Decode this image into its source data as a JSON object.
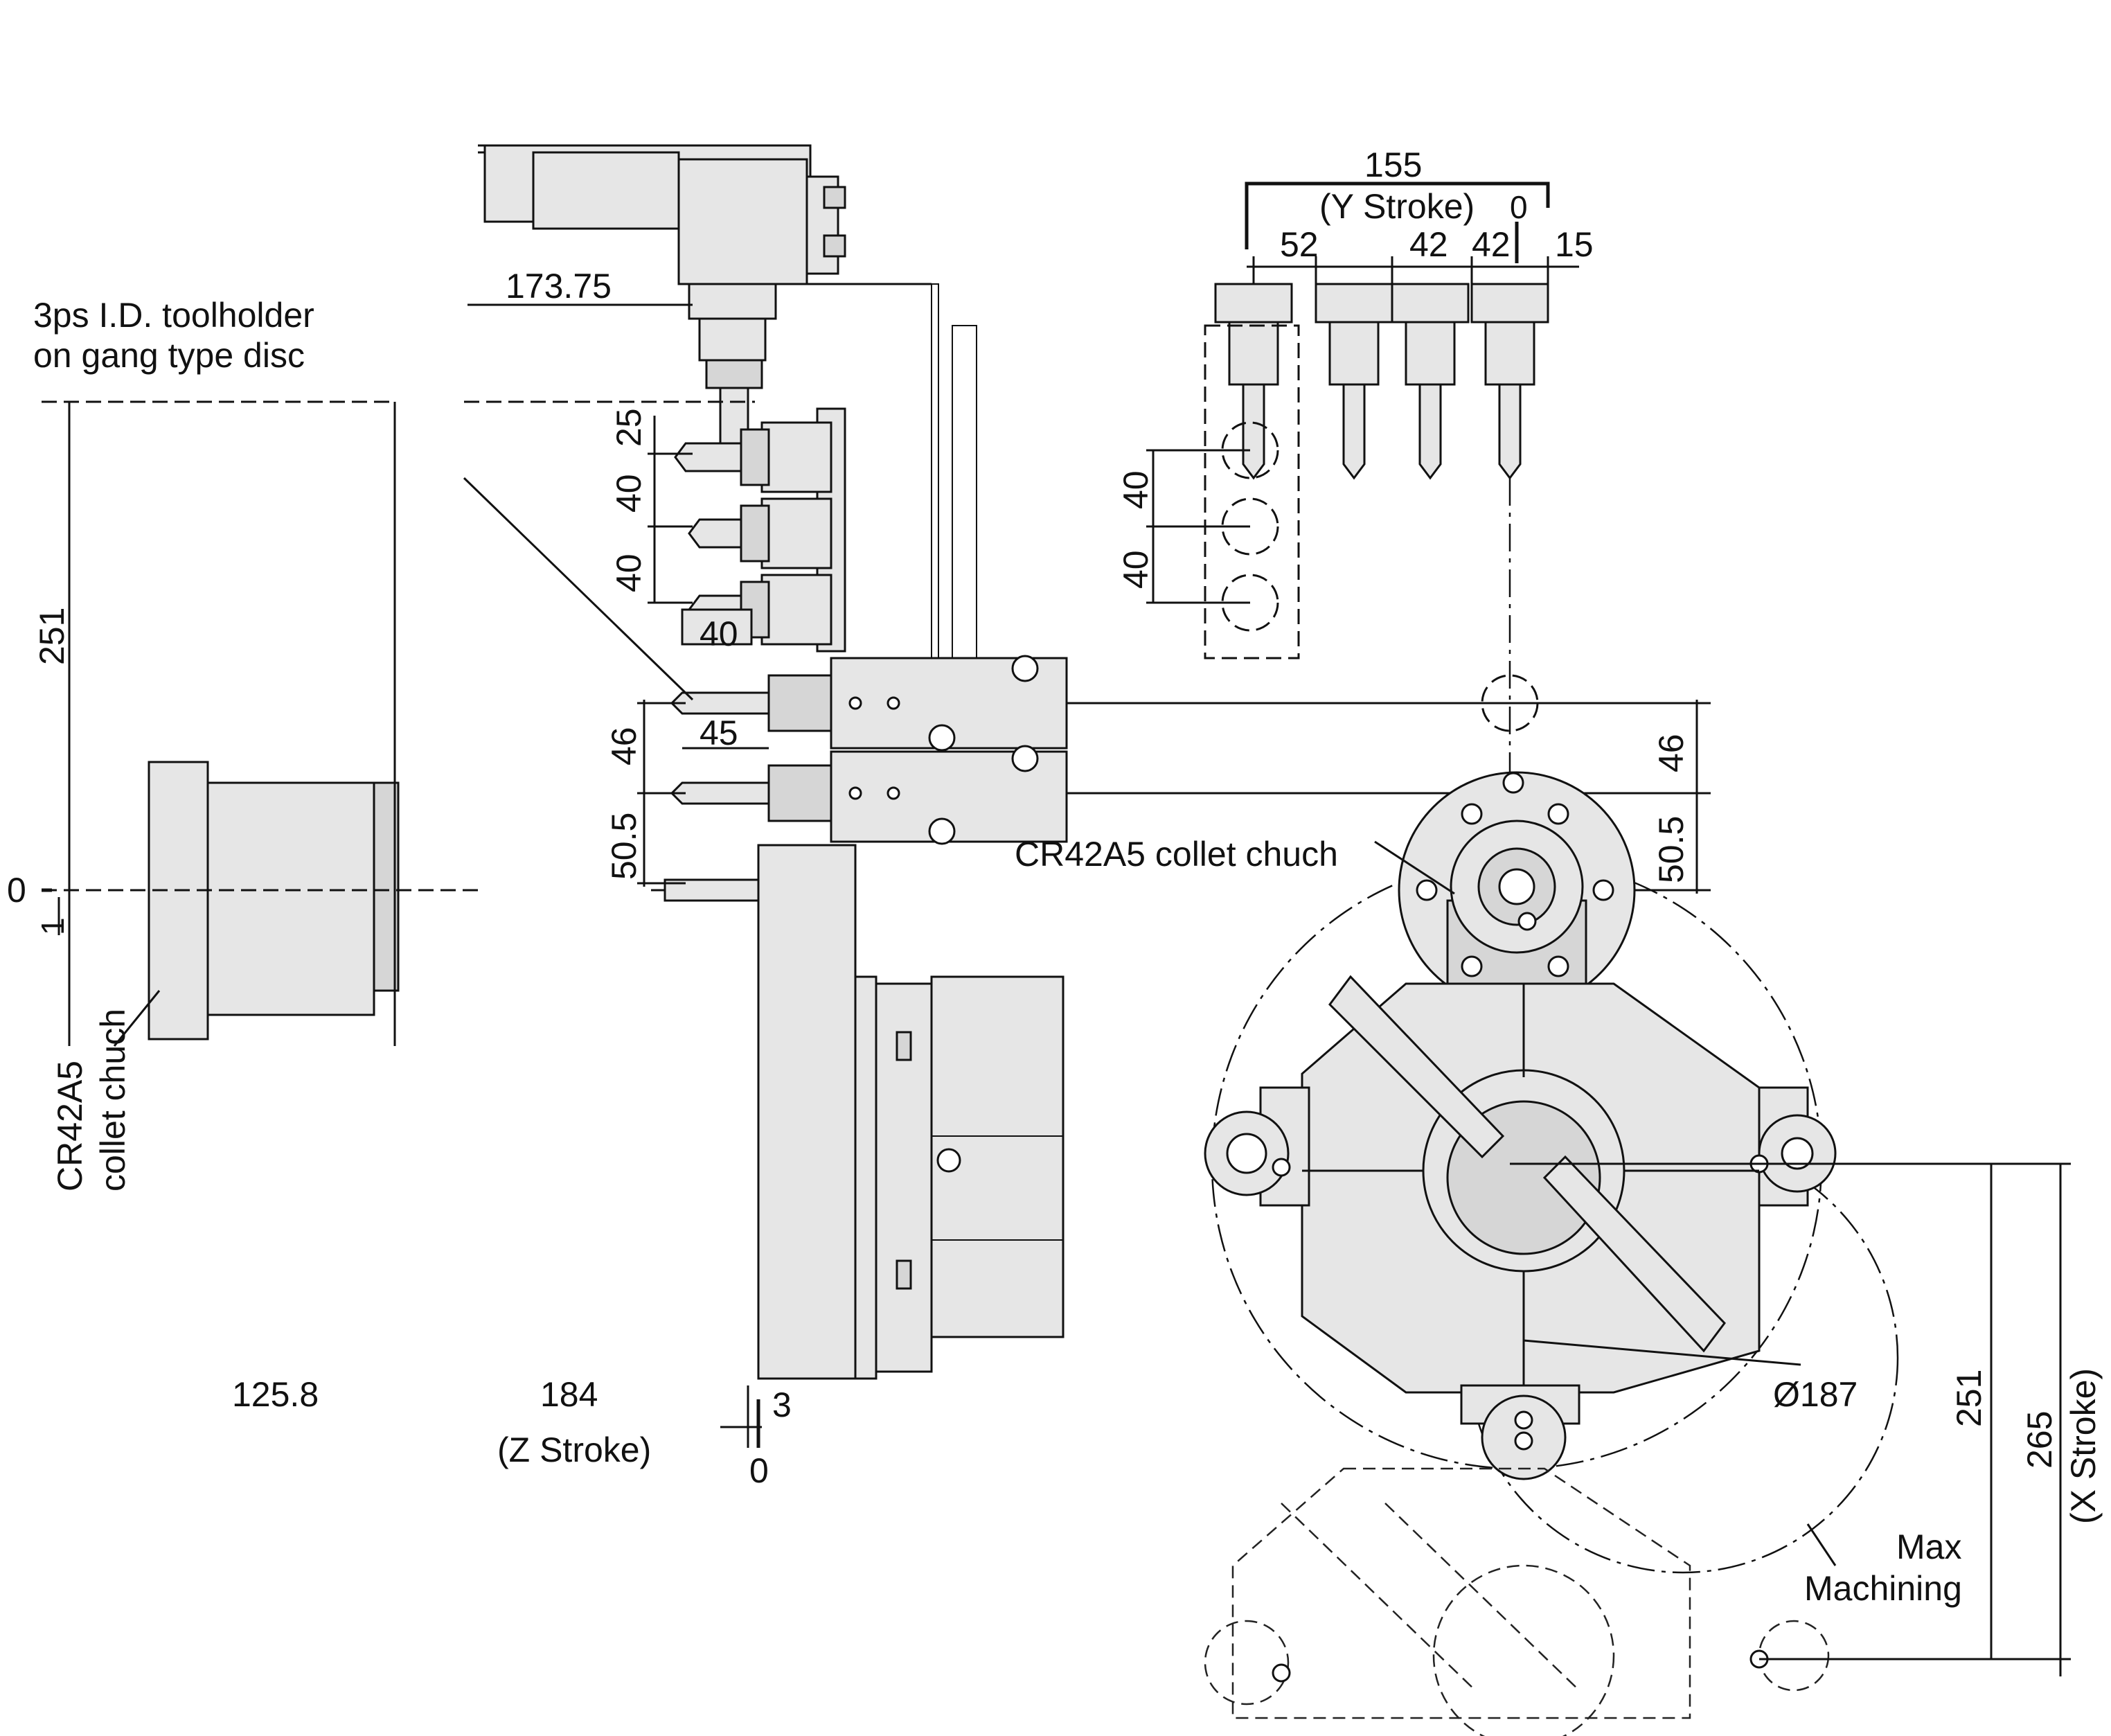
{
  "side_view": {
    "toolholder_note_line1": "3ps I.D. toolholder",
    "toolholder_note_line2": "on gang type disc",
    "dim_173_75": "173.75",
    "dim_251_left": "251",
    "dim_25": "25",
    "dim_40_a": "40",
    "dim_40_b": "40",
    "dim_40_horiz": "40",
    "dim_45": "45",
    "dim_46_left": "46",
    "dim_50_5_left": "50.5",
    "zero_left": "0",
    "dim_1": "1",
    "chuck_label_line1": "CR42A5",
    "chuck_label_line2": "collet chuch",
    "dim_125_8": "125.8",
    "dim_184": "184",
    "z_stroke": "(Z Stroke)",
    "dim_3": "3",
    "zero_bottom": "0"
  },
  "front_view": {
    "dim_155": "155",
    "y_stroke": "(Y Stroke)",
    "zero_top": "0",
    "dim_52": "52",
    "dim_42_a": "42",
    "dim_42_b": "42",
    "dim_15": "15",
    "dim_40_a": "40",
    "dim_40_b": "40",
    "dim_46_right": "46",
    "dim_50_5_right": "50.5",
    "collet_label": "CR42A5 collet chuch",
    "dia_187": "Ø187",
    "dim_251_right": "251",
    "dim_265": "265",
    "x_stroke": "(X Stroke)",
    "max_machining_line1": "Max",
    "max_machining_line2": "Machining"
  }
}
